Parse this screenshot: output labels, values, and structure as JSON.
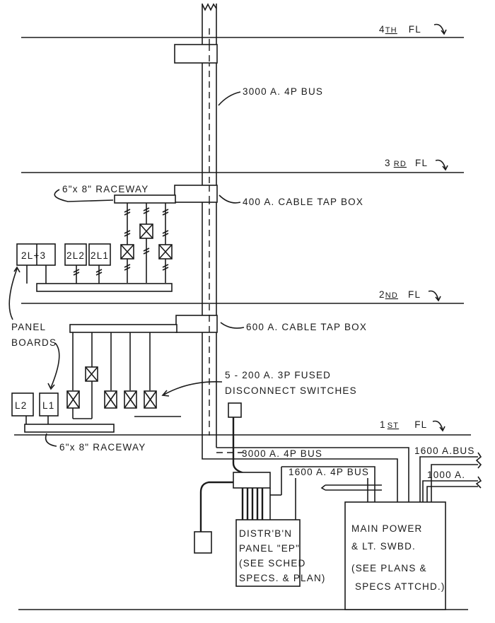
{
  "floors": {
    "fourth": {
      "num": "4",
      "suffix": "TH",
      "label": "FL"
    },
    "third": {
      "num": "3",
      "suffix": "RD",
      "label": "FL"
    },
    "second": {
      "num": "2",
      "suffix": "ND",
      "label": "FL"
    },
    "first": {
      "num": "1",
      "suffix": "ST",
      "label": "FL"
    }
  },
  "labels": {
    "bus_riser": "3000 A.  4P BUS",
    "tap_box_400": "400 A.  CABLE TAP BOX",
    "tap_box_600": "600 A.  CABLE TAP BOX",
    "raceway_upper": "6\"x 8\"  RACEWAY",
    "raceway_lower": "6\"x 8\"  RACEWAY",
    "panel_boards_1": "PANEL",
    "panel_boards_2": "BOARDS",
    "switches_1": "5 - 200 A.  3P FUSED",
    "switches_2": "DISCONNECT SWITCHES",
    "bus_horizontal": "3000 A.  4P BUS",
    "bus_1600_4p": "1600 A. 4P BUS",
    "bus_1600": "1600 A.BUS",
    "feeder_1000": "1000 A."
  },
  "panels": {
    "p2l3": "2L+3",
    "p2l2": "2L2",
    "p2l1": "2L1",
    "pl2": "L2",
    "pl1": "L1"
  },
  "distribution_panel": {
    "line1": "DISTR'B'N",
    "line2": "PANEL \"EP\"",
    "line3": "(SEE SCHED",
    "line4": "SPECS. & PLAN)"
  },
  "main_switchboard": {
    "line1": "MAIN POWER",
    "line2": "& LT. SWBD.",
    "line3": "(SEE PLANS &",
    "line4": "SPECS ATTCHD.)"
  }
}
